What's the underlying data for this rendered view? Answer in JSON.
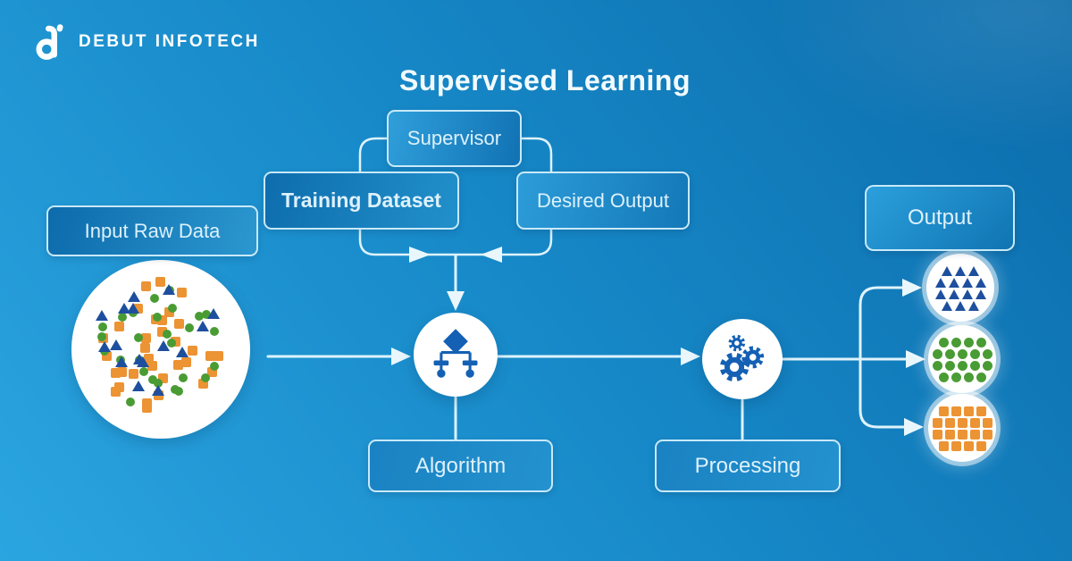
{
  "brand": {
    "name": "DEBUT INFOTECH",
    "icon": "debut-infotech-logo-icon"
  },
  "title": "Supervised Learning",
  "boxes": {
    "supervisor": {
      "label": "Supervisor"
    },
    "training_dataset": {
      "label": "Training Dataset"
    },
    "desired_output": {
      "label": "Desired Output"
    },
    "input_raw_data": {
      "label": "Input Raw Data"
    },
    "output": {
      "label": "Output"
    },
    "algorithm": {
      "label": "Algorithm"
    },
    "processing": {
      "label": "Processing"
    }
  },
  "icons": {
    "algorithm_node": "decision-tree-icon",
    "processing_node": "gears-icon"
  },
  "colors": {
    "background_bottom_left": "#2ba5e0",
    "background_top_right": "#0c6cab",
    "connector_line": "#def3fc",
    "box_border": "#d2eefb",
    "box_text": "#ddf1fc",
    "orange_square": "#ec9333",
    "green_circle": "#499c33",
    "blue_triangle": "#1e4f9e",
    "icon_blue": "#1460b4"
  },
  "input_scatter": {
    "squares": 33,
    "circles": 27,
    "triangles": 16
  },
  "output_clusters": [
    {
      "name": "triangles-cluster",
      "shape": "triangle",
      "rows": [
        3,
        4,
        4,
        3
      ]
    },
    {
      "name": "circles-cluster",
      "shape": "circle",
      "rows": [
        4,
        5,
        5,
        4
      ]
    },
    {
      "name": "squares-cluster",
      "shape": "square",
      "rows": [
        4,
        5,
        5,
        4
      ]
    }
  ]
}
